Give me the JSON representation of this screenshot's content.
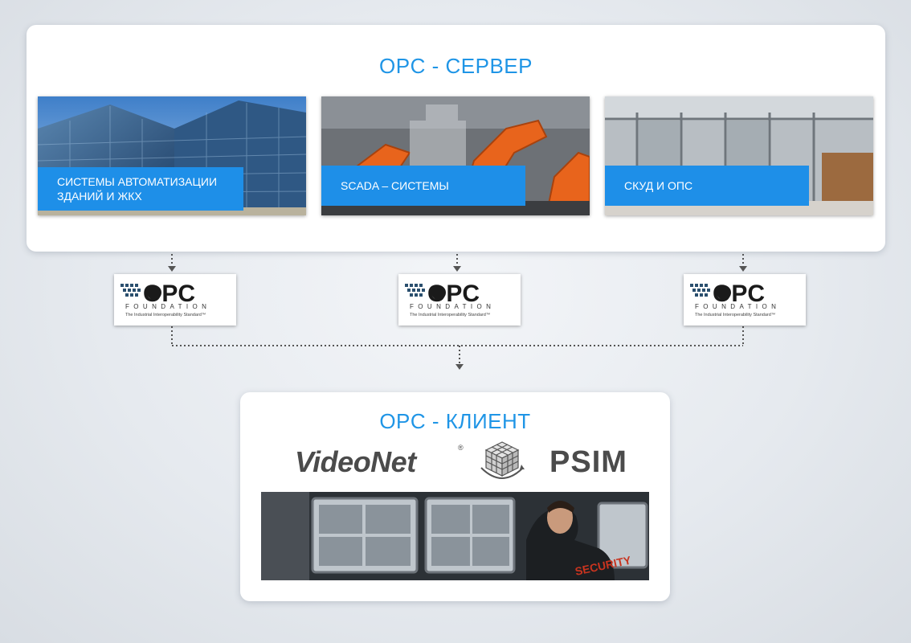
{
  "server": {
    "title": "OPC - СЕРВЕР",
    "tiles": [
      {
        "label": "СИСТЕМЫ АВТОМАТИЗАЦИИ ЗДАНИЙ И ЖКХ",
        "image": "office-buildings-photo"
      },
      {
        "label": "SCADA – СИСТЕМЫ",
        "image": "industrial-robots-photo"
      },
      {
        "label": "СКУД И ОПС",
        "image": "glass-entrance-photo"
      }
    ]
  },
  "opc_foundation": {
    "logo_text": "OPC",
    "foundation_text": "FOUNDATION",
    "tagline": "The Industrial Interoperability Standard™"
  },
  "client": {
    "title": "OPC - КЛИЕНТ",
    "logos": {
      "videonet": "VideoNet",
      "videonet_mark": "®",
      "psim": "PSIM"
    },
    "photo_badge": "SECURITY"
  },
  "colors": {
    "accent": "#1f95e6",
    "label_bg": "#1e8fe8",
    "logo_gray": "#4b4b4b"
  }
}
